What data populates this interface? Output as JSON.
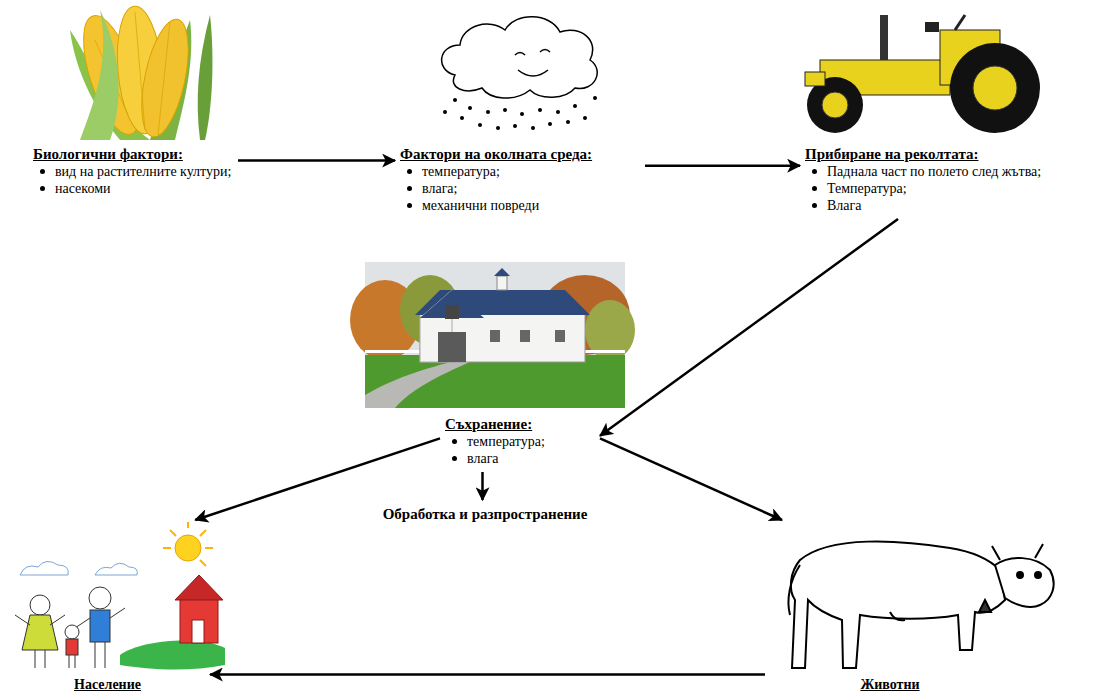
{
  "diagram": {
    "nodes": [
      {
        "text": [
          "Биологични фактори:",
          "вид на растителните култури;",
          "насекоми"
        ]
      },
      {
        "text": [
          "Фактори на околната среда:",
          "температура;",
          "влага;",
          "механични повреди"
        ]
      },
      {
        "text": [
          "Прибиране на реколтата:",
          "Паднала част по полето след жътва;",
          "Температура;",
          "Влага"
        ]
      },
      {
        "text": [
          "Съхранение:",
          "температура;",
          "влага"
        ]
      },
      {
        "text": [
          "Обработка и разпространение"
        ]
      },
      {
        "text": [
          "Население"
        ]
      },
      {
        "text": [
          "Животни"
        ]
      }
    ],
    "edges": [
      {
        "from": 0,
        "to": 1,
        "arrow": "to"
      },
      {
        "from": 1,
        "to": 2,
        "arrow": "to"
      },
      {
        "from": 2,
        "to": 3,
        "arrow": "to"
      },
      {
        "from": 3,
        "to": 5,
        "arrow": "to"
      },
      {
        "from": 3,
        "to": 4,
        "arrow": "to"
      },
      {
        "from": 3,
        "to": 6,
        "arrow": "to"
      },
      {
        "from": 6,
        "to": 5,
        "arrow": "to"
      }
    ]
  }
}
